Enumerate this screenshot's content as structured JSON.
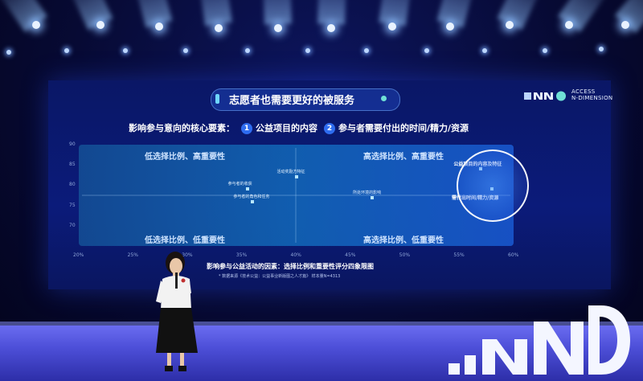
{
  "slide": {
    "title": "志愿者也需要更好的被服务",
    "logo_line1": "ACCESS",
    "logo_line2": "N-DIMENSION",
    "subtitle_prefix": "影响参与意向的核心要素：",
    "factor1_num": "1",
    "factor1_text": "公益项目的内容",
    "factor2_num": "2",
    "factor2_text": "参与者需要付出的时间/精力/资源"
  },
  "chart": {
    "quadrants": {
      "top_left": "低选择比例、高重要性",
      "top_right": "高选择比例、高重要性",
      "bottom_left": "低选择比例、低重要性",
      "bottom_right": "高选择比例、低重要性"
    },
    "caption": "影响参与公益活动的因素：选择比例和重要性评分四象限图",
    "source": "* 数据来源《技术公益：公益事业新版图之人才篇》  样本量N=4313"
  },
  "chart_data": {
    "type": "scatter",
    "x_ticks": [
      "20%",
      "25%",
      "30%",
      "35%",
      "40%",
      "45%",
      "50%",
      "55%",
      "60%"
    ],
    "y_ticks": [
      "90",
      "85",
      "80",
      "75",
      "70"
    ],
    "xlim": [
      20,
      60
    ],
    "ylim": [
      65,
      90
    ],
    "points": [
      {
        "label": "活动奖励方特征",
        "x": 40,
        "y": 82
      },
      {
        "label": "参与者的收获",
        "x": 35.5,
        "y": 79
      },
      {
        "label": "参与者的角色和任务",
        "x": 36,
        "y": 76
      },
      {
        "label": "所处环境的影响",
        "x": 47,
        "y": 77
      },
      {
        "label": "公益项目的内容及特征",
        "x": 57,
        "y": 84
      },
      {
        "label": "需付出时间/精力/资源",
        "x": 58,
        "y": 79
      }
    ]
  },
  "colors": {
    "screen": "#0b1b7a",
    "chart_panel": "#1670c0",
    "floor": "#5a5ce8",
    "accent": "#2e6cf0"
  }
}
